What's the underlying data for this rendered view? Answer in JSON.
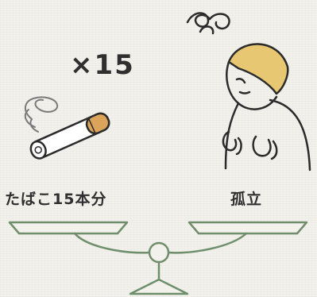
{
  "multiplier": "×15",
  "left_label": "たばこ15本分",
  "right_label": "孤立",
  "colors": {
    "background": "#f3f1ec",
    "line": "#2b2b2b",
    "scale_green": "#6f8f6c",
    "hair_yellow": "#e7c771",
    "filter_orange": "#dca45a"
  },
  "icons": [
    "cigarette-icon",
    "smoke-icon",
    "lonely-person-icon",
    "balance-scale-icon"
  ]
}
